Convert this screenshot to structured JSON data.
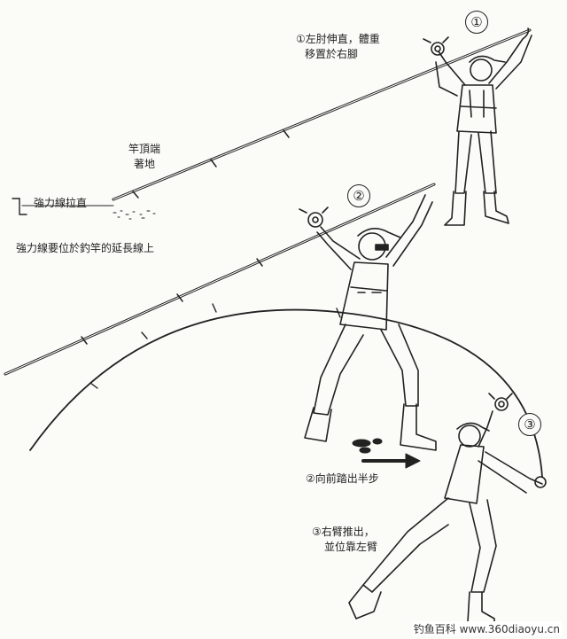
{
  "steps": [
    {
      "number": "①",
      "caption_lines": [
        "①左肘伸直，體重",
        "移置於右腳"
      ]
    },
    {
      "number": "②",
      "caption_lines": [
        "②向前踏出半步"
      ]
    },
    {
      "number": "③",
      "caption_lines": [
        "③右臂推出，",
        "並位靠左臂"
      ]
    }
  ],
  "annotations": {
    "rod_tip_lines": [
      "竿頂端",
      "著地"
    ],
    "line_taut": "強力線拉直",
    "line_position": "強力線要位於釣竿的延長線上"
  },
  "watermark": "钓鱼百科 www.360diaoyu.cn",
  "colors": {
    "ink": "#222222",
    "paper": "#fbfbf8"
  }
}
